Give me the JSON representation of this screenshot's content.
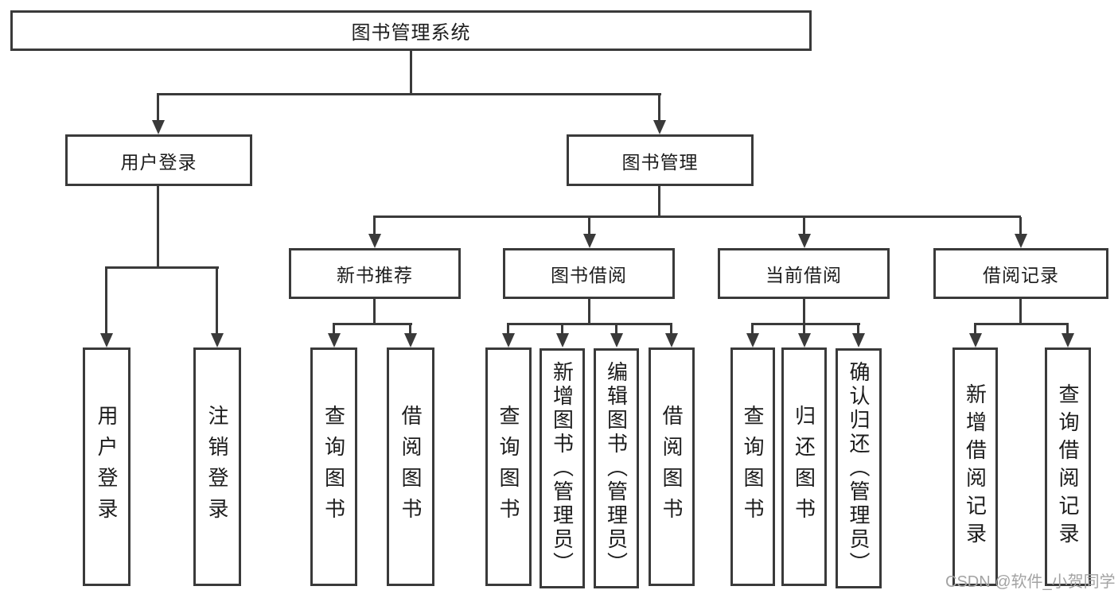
{
  "diagram_title": "图书管理系统",
  "tree": {
    "root": {
      "label": "图书管理系统",
      "children": [
        {
          "label": "用户登录",
          "children": [
            {
              "label": "用户登录"
            },
            {
              "label": "注销登录"
            }
          ]
        },
        {
          "label": "图书管理",
          "children": [
            {
              "label": "新书推荐",
              "children": [
                {
                  "label": "查询图书"
                },
                {
                  "label": "借阅图书"
                }
              ]
            },
            {
              "label": "图书借阅",
              "children": [
                {
                  "label": "查询图书"
                },
                {
                  "label": "新增图书（管理员）"
                },
                {
                  "label": "编辑图书（管理员）"
                },
                {
                  "label": "借阅图书"
                }
              ]
            },
            {
              "label": "当前借阅",
              "children": [
                {
                  "label": "查询图书"
                },
                {
                  "label": "归还图书"
                },
                {
                  "label": "确认归还（管理员）"
                }
              ]
            },
            {
              "label": "借阅记录",
              "children": [
                {
                  "label": "新增借阅记录"
                },
                {
                  "label": "查询借阅记录"
                }
              ]
            }
          ]
        }
      ]
    }
  },
  "watermark": {
    "text": "CSDN @软件_小贺同学"
  },
  "colors": {
    "line": "#3a3a3a",
    "text": "#1c1c1c",
    "watermark": "#a3a3a3",
    "background": "#ffffff"
  }
}
